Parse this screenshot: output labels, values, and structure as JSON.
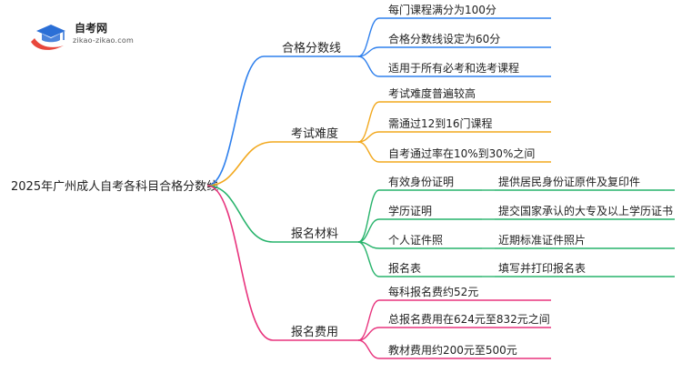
{
  "logo": {
    "title": "自考网",
    "subtitle": "zikao-zikao.com",
    "colors": {
      "swoosh": "#e8473c",
      "cap": "#2b6fd6"
    },
    "icon": "graduation-cap-icon"
  },
  "root": {
    "label": "2025年广州成人自考各科目合格分数线"
  },
  "branches": [
    {
      "id": "passing-score",
      "label": "合格分数线",
      "color": "#2f80ed",
      "children": [
        {
          "label": "每门课程满分为100分"
        },
        {
          "label": "合格分数线设定为60分"
        },
        {
          "label": "适用于所有必考和选考课程"
        }
      ]
    },
    {
      "id": "exam-difficulty",
      "label": "考试难度",
      "color": "#f2a81d",
      "children": [
        {
          "label": "考试难度普遍较高"
        },
        {
          "label": "需通过12到16门课程"
        },
        {
          "label": "自考通过率在10%到30%之间"
        }
      ]
    },
    {
      "id": "registration-materials",
      "label": "报名材料",
      "color": "#27b36b",
      "children": [
        {
          "label": "有效身份证明",
          "detail": "提供居民身份证原件及复印件"
        },
        {
          "label": "学历证明",
          "detail": "提交国家承认的大专及以上学历证书"
        },
        {
          "label": "个人证件照",
          "detail": "近期标准证件照片"
        },
        {
          "label": "报名表",
          "detail": "填写并打印报名表"
        }
      ]
    },
    {
      "id": "registration-fees",
      "label": "报名费用",
      "color": "#e8337d",
      "children": [
        {
          "label": "每科报名费约52元"
        },
        {
          "label": "总报名费用在624元至832元之间"
        },
        {
          "label": "教材费用约200元至500元"
        }
      ]
    }
  ]
}
